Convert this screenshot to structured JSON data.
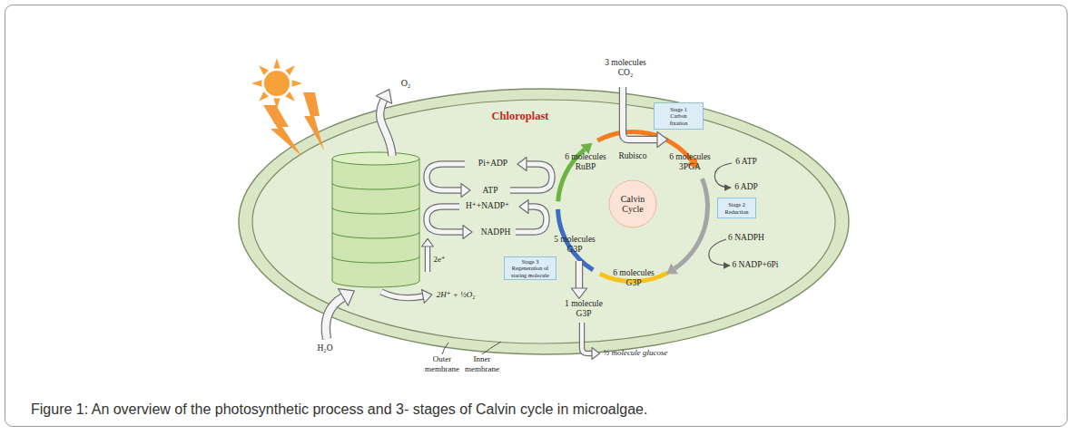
{
  "diagram": {
    "caption": "Figure 1: An overview of the photosynthetic process and 3- stages of Calvin cycle in microalgae.",
    "nodes": [
      {
        "text": [
          "Chloroplast"
        ]
      },
      {
        "text": [
          "Stage 1 Carbon fixation"
        ],
        "in": 0
      },
      {
        "text": [
          "Calvin Cycle"
        ],
        "in": 0
      },
      {
        "text": [
          "Stage 2 Reduction"
        ],
        "in": 0
      },
      {
        "text": [
          "Stage 3 Regeneration of staring molecule"
        ],
        "in": 0
      }
    ],
    "labels": [
      "O₂",
      "3 molecules CO₂",
      "Pi+ADP",
      "ATP",
      "H⁺+NADP⁺",
      "NADPH",
      "6 molecules RuBP",
      "Rubisco",
      "6 molecules 3PGA",
      "6 ATP",
      "6 ADP",
      "6 NADPH",
      "6 NADP+6Pi",
      "5 molecules G3P",
      "6 molecules G3P",
      "1 molecule G3P",
      "½ molecule glucose",
      "2e⁺",
      "2H⁺ + ½O₂",
      "H₂O",
      "Outer membrane",
      "Inner membrane"
    ]
  }
}
